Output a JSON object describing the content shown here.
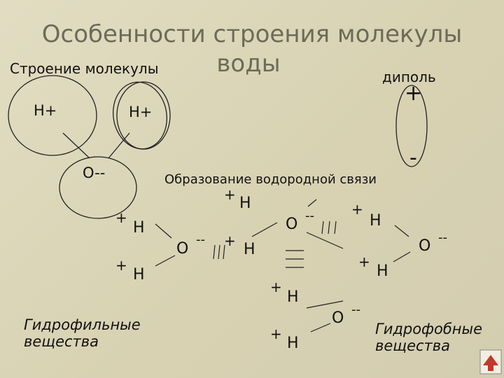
{
  "slide": {
    "title_line1": "Особенности строения молекулы",
    "title_line2": "воды",
    "structure_label": "Строение молекулы",
    "h_left": "H+",
    "h_right": "H+",
    "o_atom": "O--",
    "dipole_label": "диполь",
    "dipole_plus": "+",
    "dipole_minus": "-",
    "hbond_label": "Образование водородной связи",
    "hydrophilic": "Гидрофильные вещества",
    "hydrophobic": "Гидрофобные вещества"
  },
  "diagram": {
    "atoms": [
      "H",
      "H",
      "O",
      "--",
      "H",
      "H",
      "O",
      "--",
      "+",
      "H",
      "+",
      "H",
      "O",
      "--",
      "H",
      "H",
      "O",
      "--"
    ],
    "plus": "+",
    "hbond_marks": [
      "|||",
      "|||",
      "|||",
      "—",
      "|||"
    ]
  },
  "colors": {
    "background": "#dcd6b8",
    "title": "#6e6a58",
    "nav_button": "#c0392b"
  }
}
